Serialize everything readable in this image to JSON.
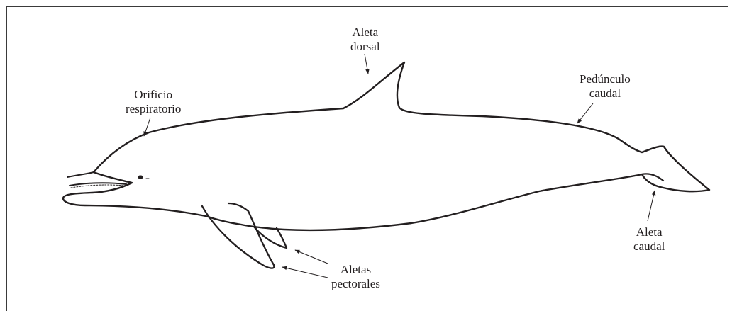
{
  "labels": {
    "aleta_dorsal": [
      "Aleta",
      "dorsal"
    ],
    "orificio": [
      "Orificio",
      "respiratorio"
    ],
    "pedunculo": [
      "Pedúnculo",
      "caudal"
    ],
    "aleta_caudal": [
      "Aleta",
      "caudal"
    ],
    "aletas_pectorales": [
      "Aletas",
      "pectorales"
    ]
  },
  "colors": {
    "line": "#231f20",
    "frame": "#3a3a3a",
    "background": "#ffffff"
  }
}
